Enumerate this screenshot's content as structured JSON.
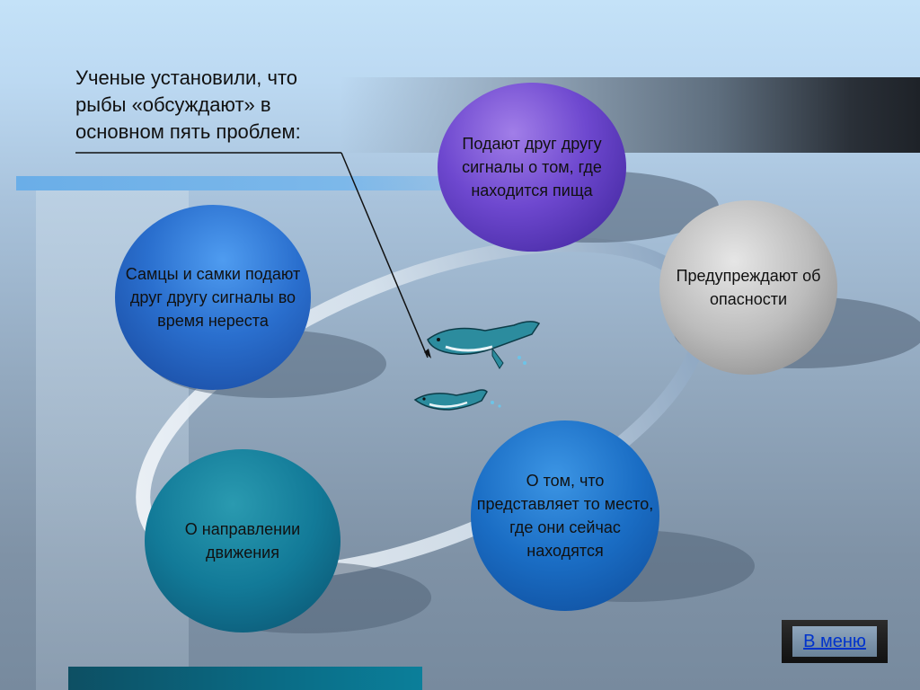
{
  "heading": "Ученые установили, что рыбы «обсуждают»  в основном пять проблем:",
  "circles": {
    "food": "Подают друг другу сигналы о том, где находится пища",
    "danger": "Предупреждают об опасности",
    "spawning": "Самцы и самки подают друг другу сигналы во время нереста",
    "place": "О том, что представляет то место, где они сейчас находятся",
    "direction": "О направлении движения"
  },
  "menu_label": "В меню",
  "colors": {
    "purple": "#6e48cf",
    "grey": "#bcbcbc",
    "blue": "#2a6fce",
    "teal": "#127a98",
    "link": "#0033cc"
  },
  "icons": [
    "fish-icon",
    "arrow"
  ]
}
